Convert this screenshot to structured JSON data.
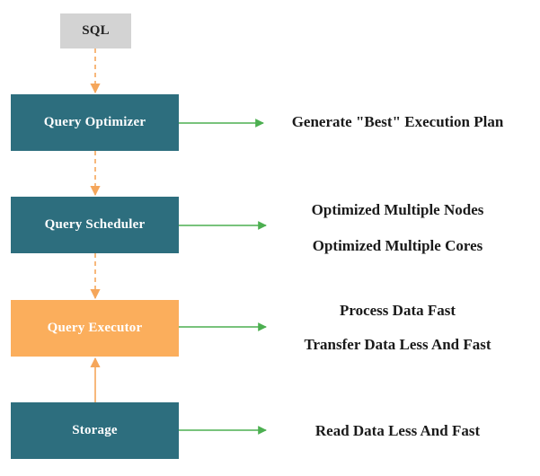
{
  "diagram": {
    "nodes": {
      "sql": "SQL",
      "optimizer": "Query Optimizer",
      "scheduler": "Query Scheduler",
      "executor": "Query Executor",
      "storage": "Storage"
    },
    "descriptions": {
      "optimizer": "Generate \"Best\" Execution Plan",
      "scheduler": [
        "Optimized Multiple Nodes",
        "Optimized Multiple Cores"
      ],
      "executor": [
        "Process Data Fast",
        "Transfer Data Less And Fast"
      ],
      "storage": "Read Data Less And Fast"
    },
    "colors": {
      "primary_box": "#2d6e7e",
      "highlight_box": "#fbae5c",
      "input_box": "#d3d3d3",
      "flow_arrow": "#f5a65b",
      "output_arrow": "#4caf50"
    }
  }
}
